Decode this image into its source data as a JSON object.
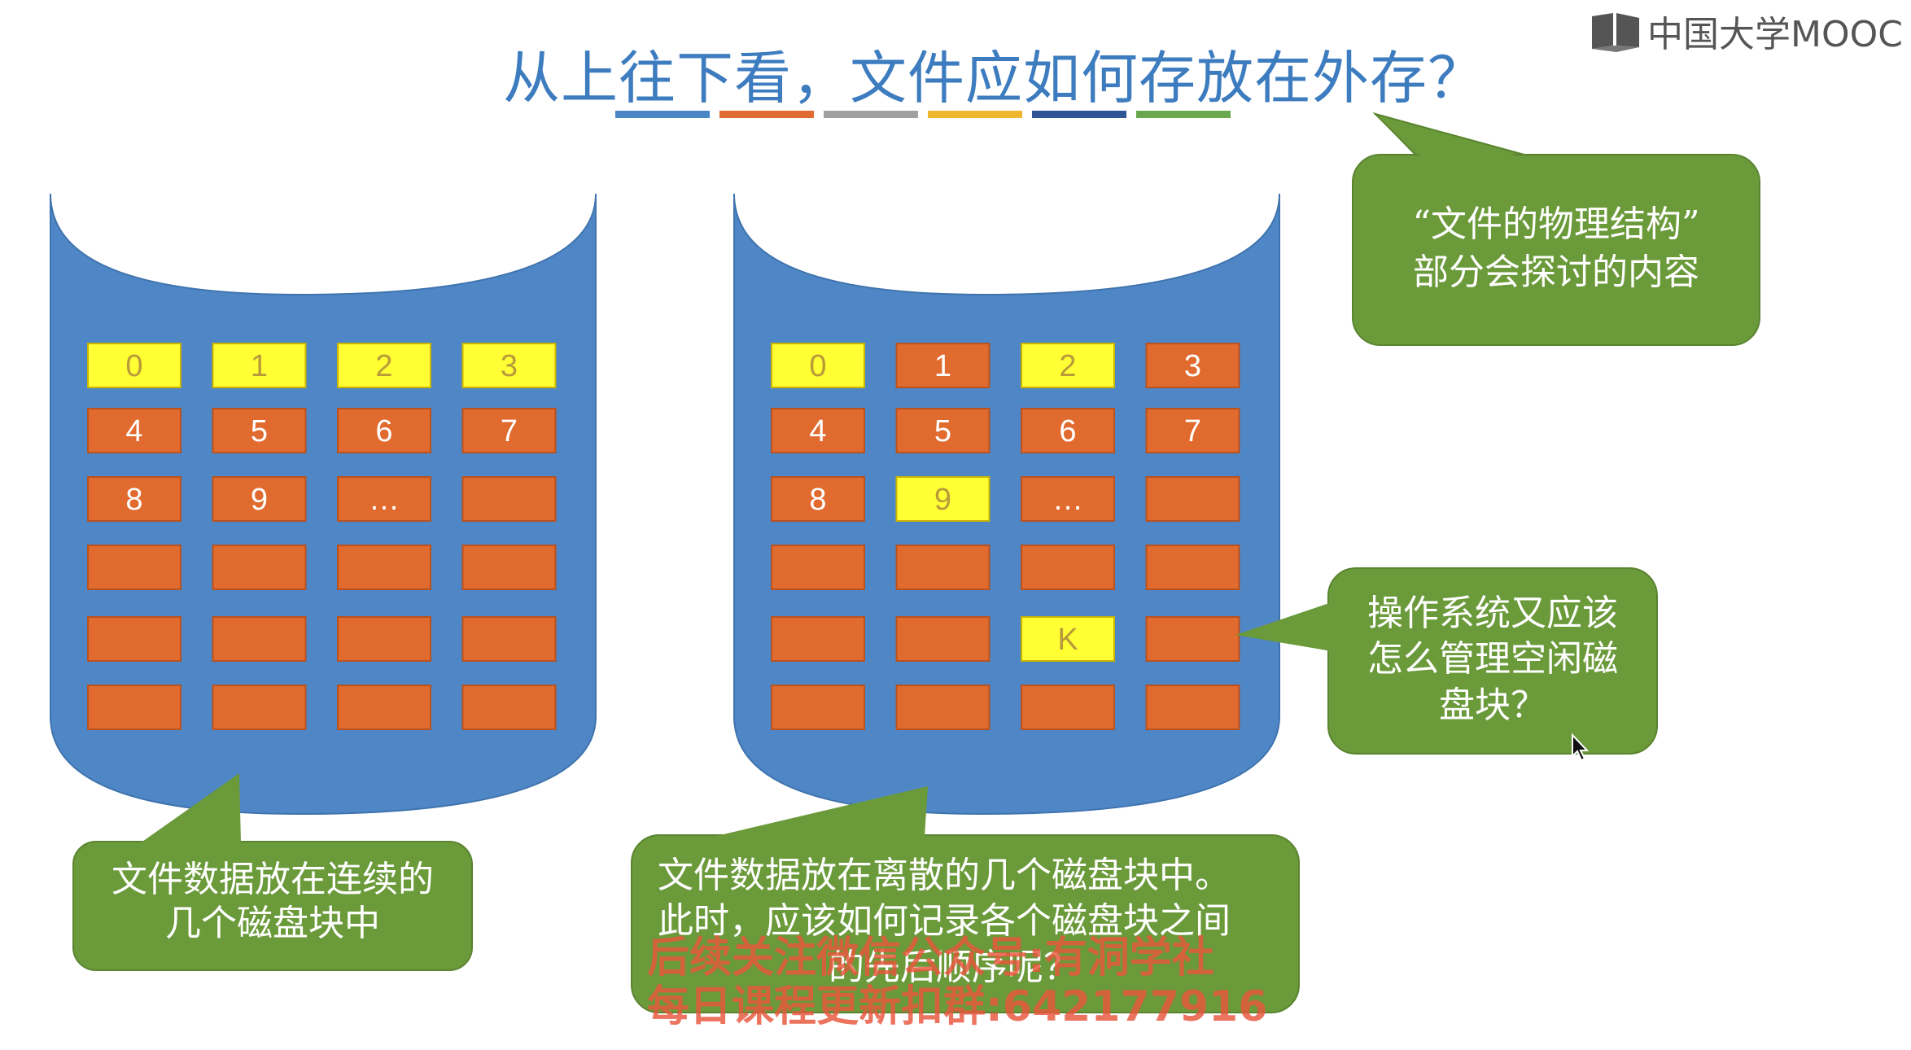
{
  "title": "从上往下看，文件应如何存放在外存？",
  "logo": {
    "text": "中国大学MOOC",
    "icon": "mooc-book-icon"
  },
  "title_underline_colors": [
    "#4a86c6",
    "#e06c33",
    "#a0a0a0",
    "#f1b630",
    "#2f5597",
    "#6aa84f"
  ],
  "colors": {
    "disk": "#4f86c6",
    "block_orange": "#e16a2e",
    "block_yellow": "#ffff33",
    "callout_green": "#6b9a3a",
    "title_blue": "#3d7cbf"
  },
  "disks": [
    {
      "name": "contiguous",
      "rows": [
        [
          {
            "label": "0",
            "color": "yellow"
          },
          {
            "label": "1",
            "color": "yellow"
          },
          {
            "label": "2",
            "color": "yellow"
          },
          {
            "label": "3",
            "color": "yellow"
          }
        ],
        [
          {
            "label": "4",
            "color": "orange"
          },
          {
            "label": "5",
            "color": "orange"
          },
          {
            "label": "6",
            "color": "orange"
          },
          {
            "label": "7",
            "color": "orange"
          }
        ],
        [
          {
            "label": "8",
            "color": "orange"
          },
          {
            "label": "9",
            "color": "orange"
          },
          {
            "label": "…",
            "color": "orange"
          },
          {
            "label": "",
            "color": "orange"
          }
        ],
        [
          {
            "label": "",
            "color": "orange"
          },
          {
            "label": "",
            "color": "orange"
          },
          {
            "label": "",
            "color": "orange"
          },
          {
            "label": "",
            "color": "orange"
          }
        ],
        [
          {
            "label": "",
            "color": "orange"
          },
          {
            "label": "",
            "color": "orange"
          },
          {
            "label": "",
            "color": "orange"
          },
          {
            "label": "",
            "color": "orange"
          }
        ],
        [
          {
            "label": "",
            "color": "orange"
          },
          {
            "label": "",
            "color": "orange"
          },
          {
            "label": "",
            "color": "orange"
          },
          {
            "label": "",
            "color": "orange"
          }
        ]
      ]
    },
    {
      "name": "scattered",
      "rows": [
        [
          {
            "label": "0",
            "color": "yellow"
          },
          {
            "label": "1",
            "color": "orange"
          },
          {
            "label": "2",
            "color": "yellow"
          },
          {
            "label": "3",
            "color": "orange"
          }
        ],
        [
          {
            "label": "4",
            "color": "orange"
          },
          {
            "label": "5",
            "color": "orange"
          },
          {
            "label": "6",
            "color": "orange"
          },
          {
            "label": "7",
            "color": "orange"
          }
        ],
        [
          {
            "label": "8",
            "color": "orange"
          },
          {
            "label": "9",
            "color": "yellow"
          },
          {
            "label": "…",
            "color": "orange"
          },
          {
            "label": "",
            "color": "orange"
          }
        ],
        [
          {
            "label": "",
            "color": "orange"
          },
          {
            "label": "",
            "color": "orange"
          },
          {
            "label": "",
            "color": "orange"
          },
          {
            "label": "",
            "color": "orange"
          }
        ],
        [
          {
            "label": "",
            "color": "orange"
          },
          {
            "label": "",
            "color": "orange"
          },
          {
            "label": "K",
            "color": "yellow"
          },
          {
            "label": "",
            "color": "orange"
          }
        ],
        [
          {
            "label": "",
            "color": "orange"
          },
          {
            "label": "",
            "color": "orange"
          },
          {
            "label": "",
            "color": "orange"
          },
          {
            "label": "",
            "color": "orange"
          }
        ]
      ]
    }
  ],
  "callouts": {
    "physical_structure": {
      "line1": "“文件的物理结构”",
      "line2": "部分会探讨的内容"
    },
    "free_space": {
      "line1": "操作系统又应该",
      "line2": "怎么管理空闲磁",
      "line3": "盘块？"
    },
    "contiguous": {
      "line1": "文件数据放在连续的",
      "line2": "几个磁盘块中"
    },
    "scattered": {
      "line1": "文件数据放在离散的几个磁盘块中。",
      "line2": "此时，应该如何记录各个磁盘块之间",
      "line3": "的先后顺序呢？"
    }
  },
  "watermark": {
    "line1": "后续关注微信公众号:有洞学社",
    "line2": "每日课程更新扣群:642177916"
  }
}
